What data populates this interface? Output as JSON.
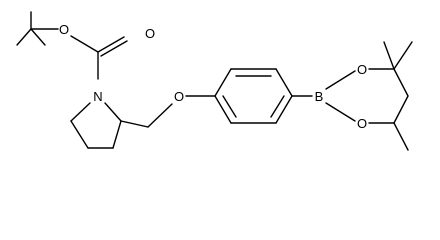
{
  "molecule": {
    "atoms": {
      "o_carbonyl": "O",
      "o_ester": "O",
      "n_ring": "N",
      "o_ether": "O",
      "b_boron": "B",
      "o_dioxa_top": "O",
      "o_dioxa_bottom": "O"
    }
  }
}
